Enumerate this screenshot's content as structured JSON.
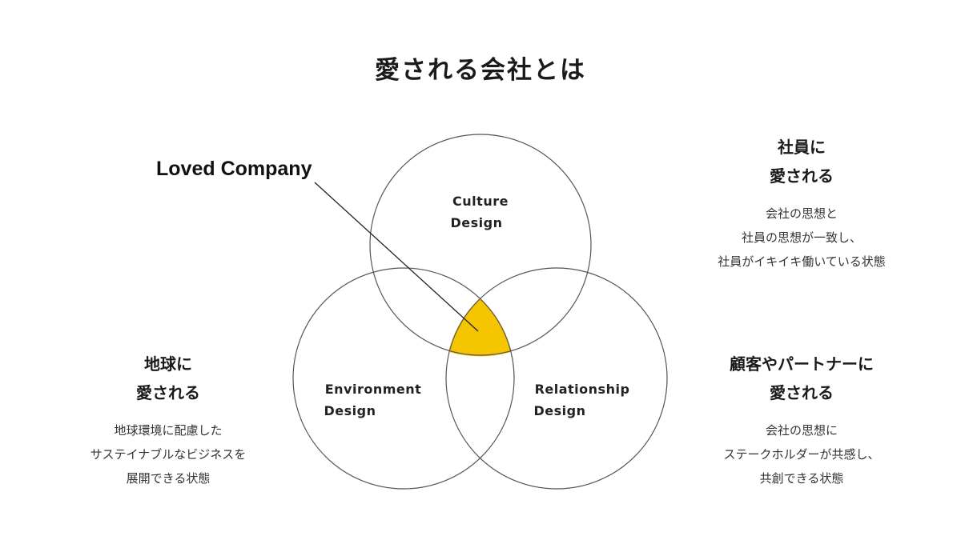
{
  "page": {
    "title": "愛される会社とは"
  },
  "venn": {
    "center_label": "Loved Company",
    "highlight_color": "#F5C500",
    "stroke_color": "#555555",
    "circles": [
      {
        "id": "culture",
        "line1": "Culture",
        "line2": "Design"
      },
      {
        "id": "environment",
        "line1": "Environment",
        "line2": "Design"
      },
      {
        "id": "relationship",
        "line1": "Relationship",
        "line2": "Design"
      }
    ]
  },
  "blocks": {
    "employees": {
      "heading": [
        "社員に",
        "愛される"
      ],
      "description": [
        "会社の思想と",
        "社員の思想が一致し、",
        "社員がイキイキ働いている状態"
      ]
    },
    "earth": {
      "heading": [
        "地球に",
        "愛される"
      ],
      "description": [
        "地球環境に配慮した",
        "サステイナブルなビジネスを",
        "展開できる状態"
      ]
    },
    "customers": {
      "heading": [
        "顧客やパートナーに",
        "愛される"
      ],
      "description": [
        "会社の思想に",
        "ステークホルダーが共感し、",
        "共創できる状態"
      ]
    }
  }
}
